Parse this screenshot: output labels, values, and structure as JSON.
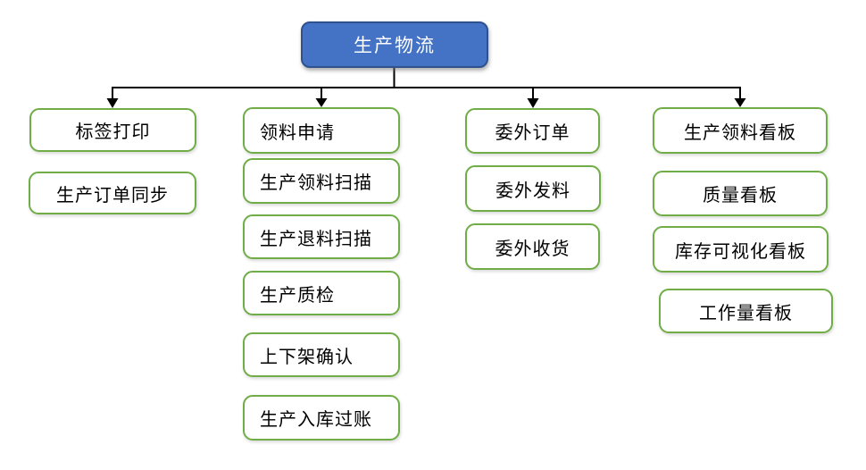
{
  "diagram": {
    "root": {
      "label": "生产物流"
    },
    "colors": {
      "root_fill": "#4472C4",
      "root_border": "#2F528F",
      "node_border": "#70AD47",
      "connector": "#000000",
      "root_text": "#FFFFFF",
      "node_text": "#000000"
    },
    "columns": [
      {
        "items": [
          {
            "label": "标签打印"
          },
          {
            "label": "生产订单同步"
          }
        ]
      },
      {
        "items": [
          {
            "label": "领料申请"
          },
          {
            "label": "生产领料扫描"
          },
          {
            "label": "生产退料扫描"
          },
          {
            "label": "生产质检"
          },
          {
            "label": "上下架确认"
          },
          {
            "label": "生产入库过账"
          }
        ]
      },
      {
        "items": [
          {
            "label": "委外订单"
          },
          {
            "label": "委外发料"
          },
          {
            "label": "委外收货"
          }
        ]
      },
      {
        "items": [
          {
            "label": "生产领料看板"
          },
          {
            "label": "质量看板"
          },
          {
            "label": "库存可视化看板"
          },
          {
            "label": "工作量看板"
          }
        ]
      }
    ]
  }
}
